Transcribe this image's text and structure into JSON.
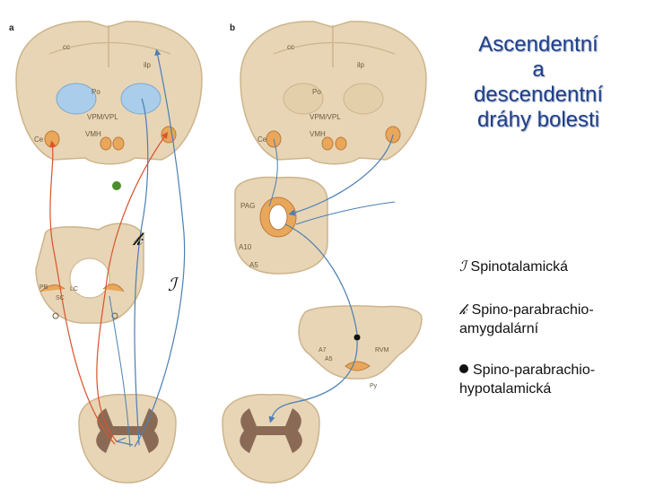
{
  "title": "Ascendentní\na\ndescendentní\ndráhy bolesti",
  "panels": {
    "a": "a",
    "b": "b"
  },
  "legend": [
    {
      "symbol": "ℐ",
      "label": "Spinotalamická"
    },
    {
      "symbol": "𝓀",
      "label": "Spino-parabrachio-amygdalární"
    },
    {
      "symbol": "dot",
      "label": "Spino-parabrachio-hypotalamická"
    }
  ],
  "figure_markers": {
    "pathway_1": "ℐ",
    "pathway_2": "𝓀"
  },
  "labels": {
    "cc": "cc",
    "ilp": "ilp",
    "po": "Po",
    "vpm_vpl": "VPM/VPL",
    "vmh": "VMH",
    "ce": "Ce",
    "pag": "PAG",
    "a10": "A10",
    "a5": "A5",
    "pb": "PB",
    "lc": "LC",
    "sc": "SC",
    "a7": "A7",
    "rvm": "RVM",
    "a5b": "A5",
    "py": "Py"
  },
  "colors": {
    "tissue": "#e7d5b5",
    "tissue_edge": "#cdb48c",
    "thalamus": "#a9cdea",
    "nucleus": "#e8a75a",
    "red_path": "#d9532a",
    "blue_path": "#4a7fb5",
    "grey_matter": "#8a6a55",
    "title": "#1f3f8a",
    "green_dot": "#4a8f2a"
  }
}
